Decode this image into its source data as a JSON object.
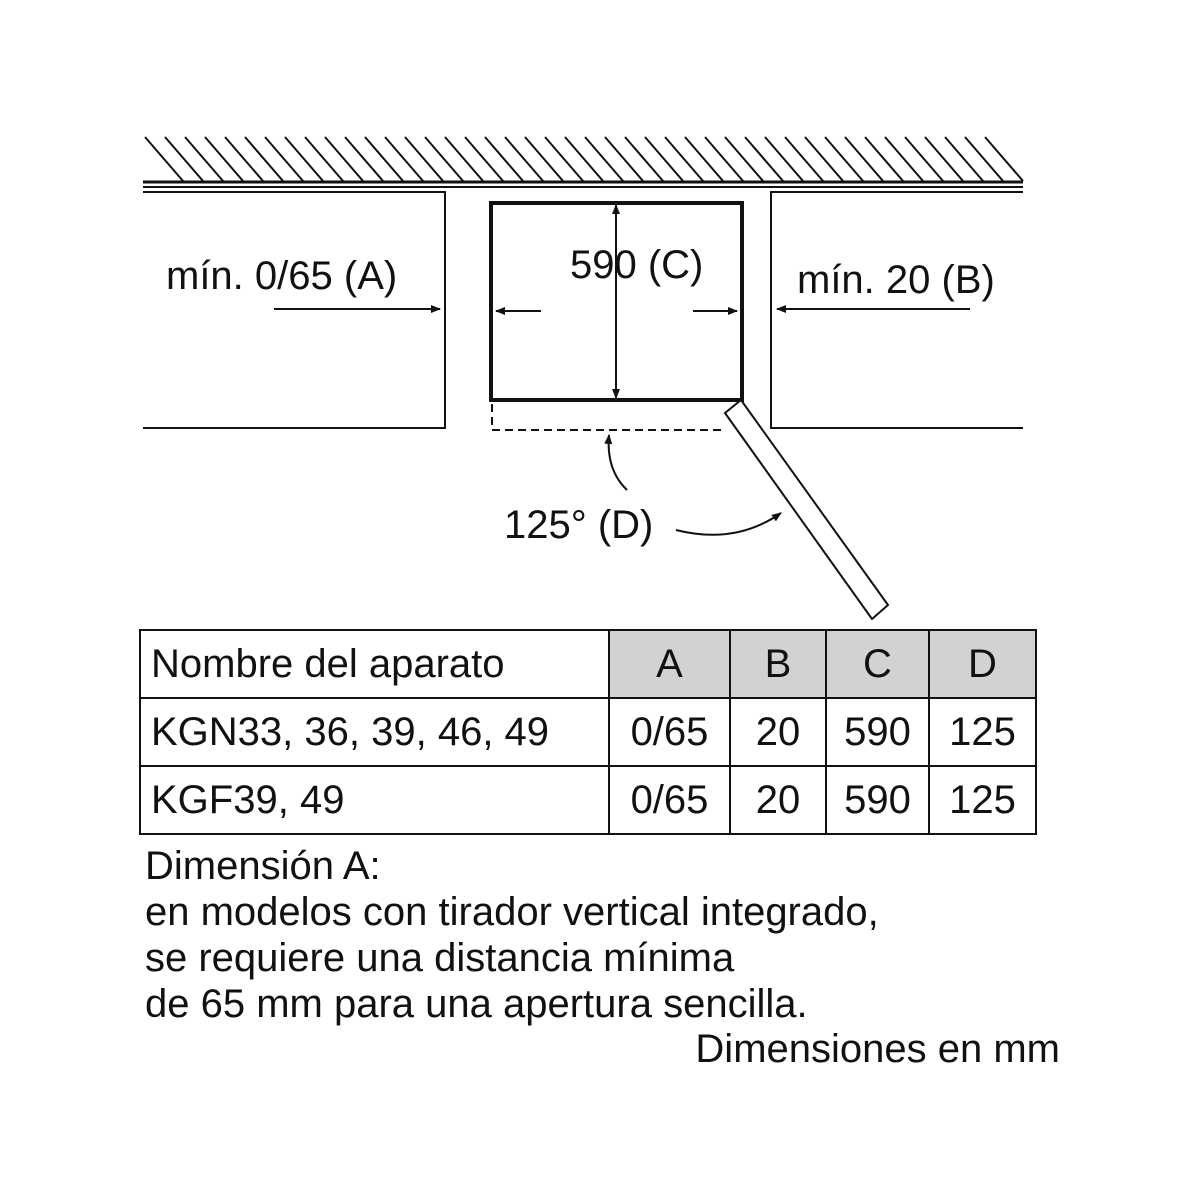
{
  "diagram": {
    "label_a": "mín. 0/65 (A)",
    "label_b": "mín. 20 (B)",
    "label_c": "590 (C)",
    "label_d": "125° (D)"
  },
  "table": {
    "header": {
      "name": "Nombre del aparato",
      "a": "A",
      "b": "B",
      "c": "C",
      "d": "D"
    },
    "rows": [
      {
        "name": "KGN33, 36, 39, 46, 49",
        "a": "0/65",
        "b": "20",
        "c": "590",
        "d": "125"
      },
      {
        "name": "KGF39, 49",
        "a": "0/65",
        "b": "20",
        "c": "590",
        "d": "125"
      }
    ]
  },
  "note": {
    "title": "Dimensión A:",
    "line1": "en modelos con tirador vertical integrado,",
    "line2": "se requiere una distancia mínima",
    "line3": "de 65 mm para una apertura sencilla."
  },
  "units": "Dimensiones en mm"
}
